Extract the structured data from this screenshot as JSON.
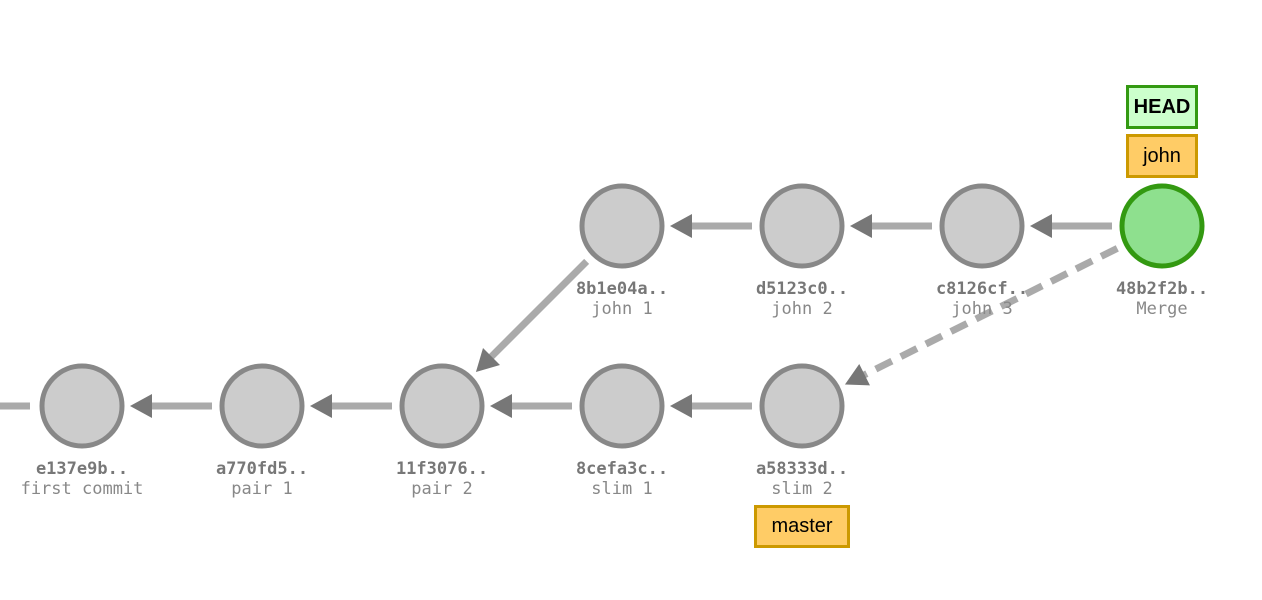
{
  "commits": [
    {
      "id": "e137",
      "sha": "e137e9b..",
      "message": "first commit",
      "is_head": false
    },
    {
      "id": "a770",
      "sha": "a770fd5..",
      "message": "pair 1",
      "is_head": false
    },
    {
      "id": "11f3",
      "sha": "11f3076..",
      "message": "pair 2",
      "is_head": false
    },
    {
      "id": "8cef",
      "sha": "8cefa3c..",
      "message": "slim 1",
      "is_head": false
    },
    {
      "id": "a583",
      "sha": "a58333d..",
      "message": "slim 2",
      "is_head": false
    },
    {
      "id": "8b1e",
      "sha": "8b1e04a..",
      "message": "john 1",
      "is_head": false
    },
    {
      "id": "d512",
      "sha": "d5123c0..",
      "message": "john 2",
      "is_head": false
    },
    {
      "id": "c812",
      "sha": "c8126cf..",
      "message": "john 3",
      "is_head": false
    },
    {
      "id": "48b2",
      "sha": "48b2f2b..",
      "message": "Merge",
      "is_head": true
    }
  ],
  "edges": [
    {
      "from": "a770",
      "to": "e137",
      "style": "solid"
    },
    {
      "from": "11f3",
      "to": "a770",
      "style": "solid"
    },
    {
      "from": "8cef",
      "to": "11f3",
      "style": "solid"
    },
    {
      "from": "a583",
      "to": "8cef",
      "style": "solid"
    },
    {
      "from": "8b1e",
      "to": "11f3",
      "style": "solid"
    },
    {
      "from": "d512",
      "to": "8b1e",
      "style": "solid"
    },
    {
      "from": "c812",
      "to": "d512",
      "style": "solid"
    },
    {
      "from": "48b2",
      "to": "c812",
      "style": "solid"
    },
    {
      "from": "48b2",
      "to": "a583",
      "style": "dashed"
    }
  ],
  "refs": {
    "head_label": "HEAD",
    "john_label": "john",
    "master_label": "master"
  },
  "colors": {
    "node_fill": "#cccccc",
    "node_stroke": "#888888",
    "head_fill": "#8ee08e",
    "head_stroke": "#339911",
    "edge": "#aaaaaa",
    "arrow": "#777777",
    "branch_fill": "#ffcc66",
    "branch_border": "#cc9900",
    "head_tag_fill": "#ccffcc"
  }
}
